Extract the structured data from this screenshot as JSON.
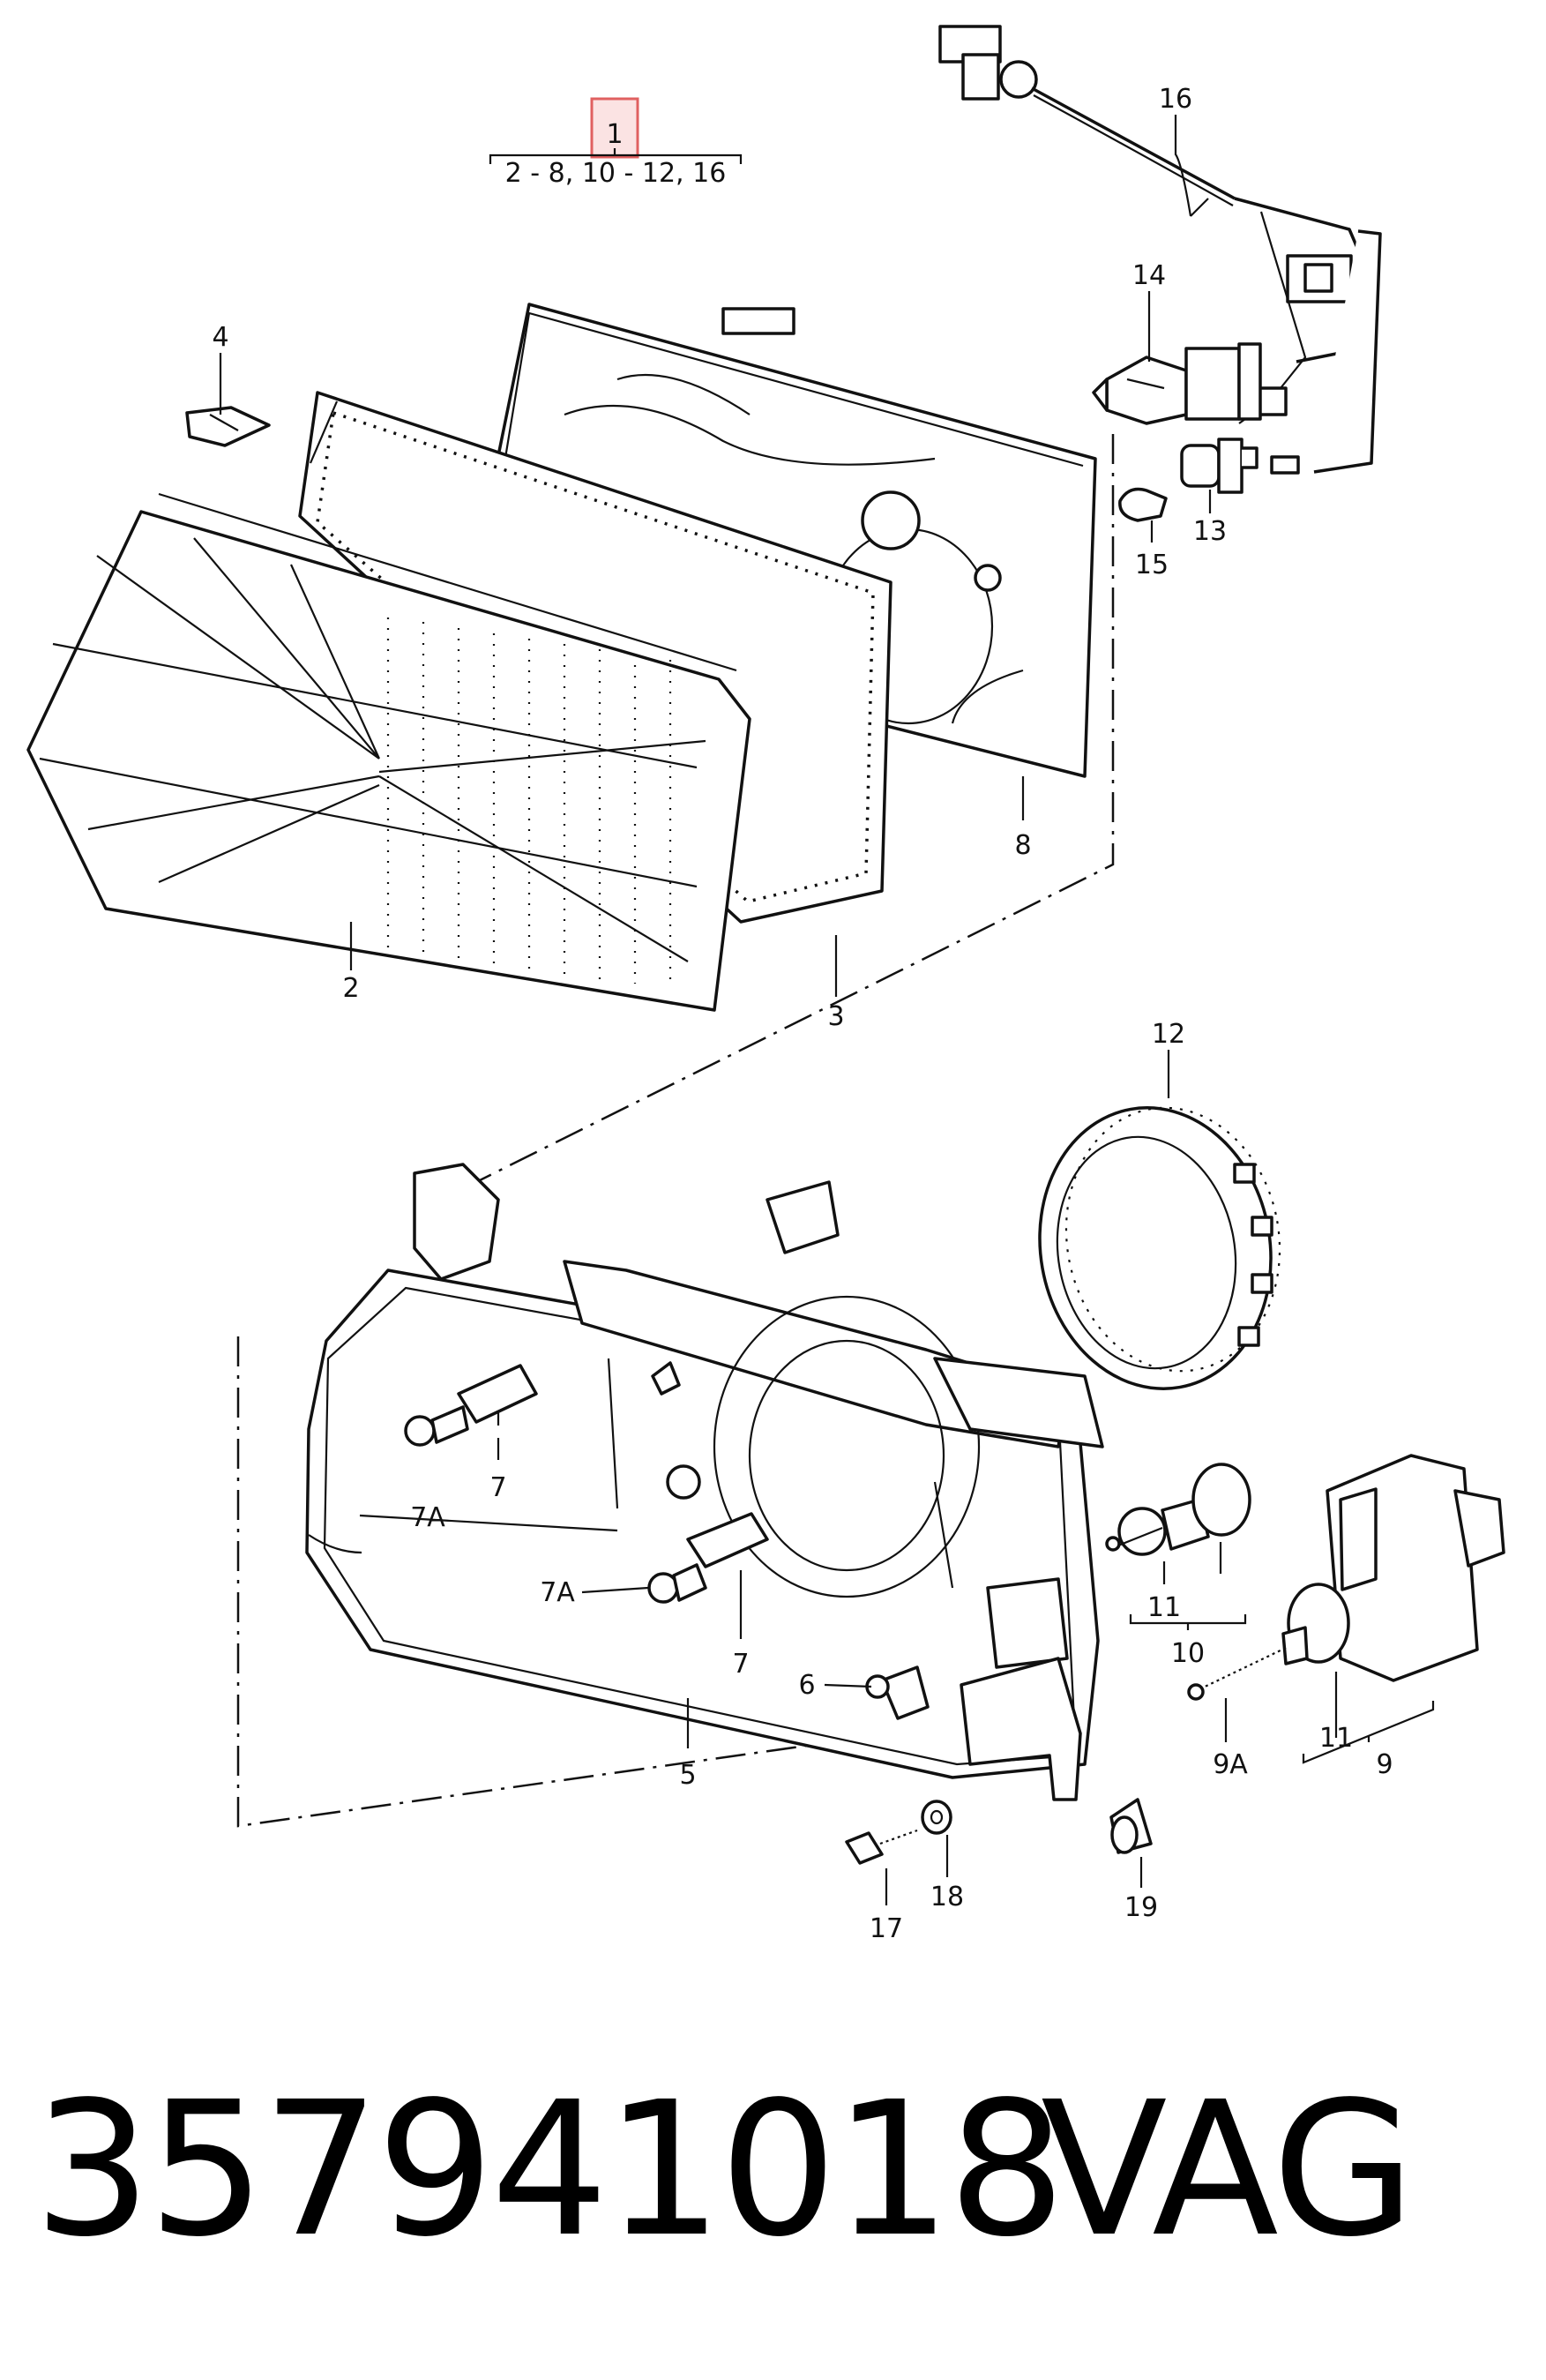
{
  "header": {
    "assembly_ref": "1",
    "assembly_includes": "2 - 8,  10 - 12,  16"
  },
  "callouts": {
    "c2": "2",
    "c3": "3",
    "c4": "4",
    "c5": "5",
    "c6": "6",
    "c7a": "7",
    "c7b": "7",
    "c7Aa": "7A",
    "c7Ab": "7A",
    "c8": "8",
    "c9": "9",
    "c9A": "9A",
    "c10": "10",
    "c11a": "11",
    "c11b": "11",
    "c12": "12",
    "c13": "13",
    "c14": "14",
    "c15": "15",
    "c16": "16",
    "c17": "17",
    "c18": "18",
    "c19": "19"
  },
  "footer": {
    "part_number": "357941018",
    "brand": "VAG"
  },
  "colors": {
    "ink": "#111111",
    "highlight_box": "#e06060",
    "highlight_fill": "#fbe3e3"
  }
}
